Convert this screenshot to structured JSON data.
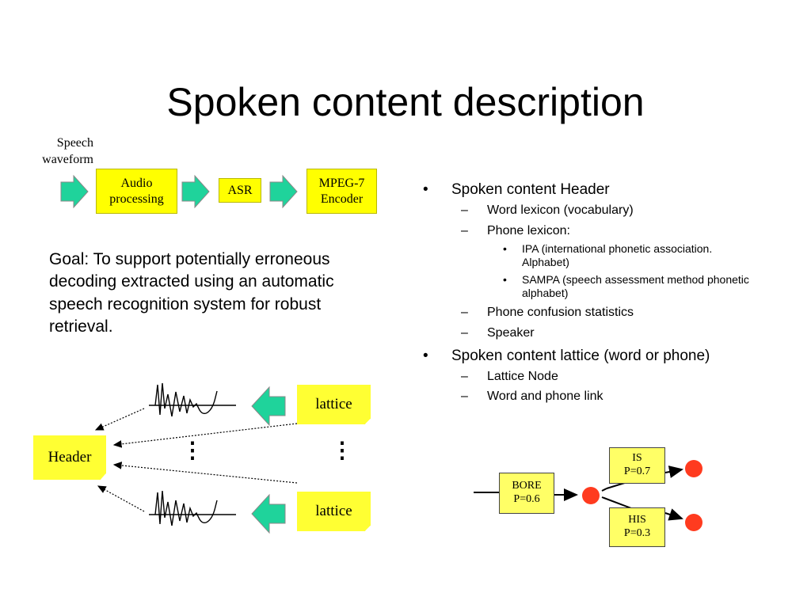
{
  "title": "Spoken content description",
  "pipeline": {
    "input_label": "Speech\nwaveform",
    "boxes": [
      "Audio\nprocessing",
      "ASR",
      "MPEG-7\nEncoder"
    ]
  },
  "goal": "Goal: To support potentially erroneous decoding extracted using an automatic speech recognition system for robust retrieval.",
  "bullets": [
    {
      "text": "Spoken content Header",
      "subs": [
        {
          "text": "Word lexicon (vocabulary)",
          "subs": []
        },
        {
          "text": "Phone lexicon:",
          "subs": [
            "IPA (international phonetic association. Alphabet)",
            "SAMPA (speech assessment method phonetic alphabet)"
          ]
        },
        {
          "text": "Phone confusion statistics",
          "subs": []
        },
        {
          "text": "Speaker",
          "subs": []
        }
      ]
    },
    {
      "text": "Spoken content lattice (word or phone)",
      "subs": [
        {
          "text": "Lattice Node",
          "subs": []
        },
        {
          "text": "Word and phone link",
          "subs": []
        }
      ]
    }
  ],
  "lattice_diagram": {
    "header_label": "Header",
    "lattice_labels": [
      "lattice",
      "lattice"
    ],
    "ellipsis": "⋮"
  },
  "lattice_example": {
    "nodes": [
      {
        "word": "BORE",
        "prob": "P=0.6"
      },
      {
        "word": "IS",
        "prob": "P=0.7"
      },
      {
        "word": "HIS",
        "prob": "P=0.3"
      }
    ]
  },
  "colors": {
    "arrow": "#1fd39b",
    "node": "#ff3b1f",
    "note": "#ffff33",
    "box": "#ffff00"
  }
}
